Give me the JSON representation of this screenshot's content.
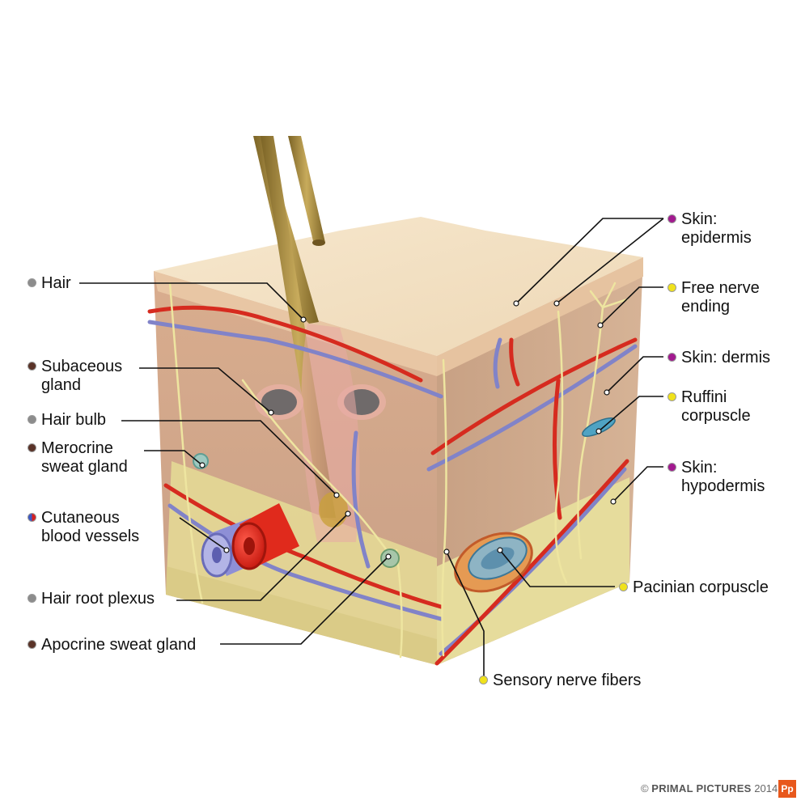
{
  "labels_left": [
    {
      "id": "hair",
      "lines": [
        "Hair"
      ],
      "dot": "#8c8c8c"
    },
    {
      "id": "subaceous",
      "lines": [
        "Subaceous",
        "gland"
      ],
      "dot": "#5a3328"
    },
    {
      "id": "hair_bulb",
      "lines": [
        "Hair bulb"
      ],
      "dot": "#8c8c8c"
    },
    {
      "id": "merocrine",
      "lines": [
        "Merocrine",
        "sweat gland"
      ],
      "dot": "#5a3328"
    },
    {
      "id": "cutaneous",
      "lines": [
        "Cutaneous",
        "blood vessels"
      ],
      "dot": "#d52121",
      "dot2": "#3b58c4"
    },
    {
      "id": "hair_root",
      "lines": [
        "Hair root plexus"
      ],
      "dot": "#8c8c8c"
    },
    {
      "id": "apocrine",
      "lines": [
        "Apocrine sweat gland"
      ],
      "dot": "#5a3328"
    }
  ],
  "labels_right": [
    {
      "id": "epidermis",
      "lines": [
        "Skin:",
        "epidermis"
      ],
      "dot": "#a2198f"
    },
    {
      "id": "free_nerve",
      "lines": [
        "Free nerve",
        "ending"
      ],
      "dot": "#f0e21b"
    },
    {
      "id": "dermis",
      "lines": [
        "Skin: dermis"
      ],
      "dot": "#a2198f"
    },
    {
      "id": "ruffini",
      "lines": [
        "Ruffini",
        "corpuscle"
      ],
      "dot": "#f0e21b"
    },
    {
      "id": "hypodermis",
      "lines": [
        "Skin:",
        "hypodermis"
      ],
      "dot": "#a2198f"
    },
    {
      "id": "pacinian",
      "lines": [
        "Pacinian corpuscle"
      ],
      "dot": "#f0e21b"
    },
    {
      "id": "sensory",
      "lines": [
        "Sensory nerve fibers"
      ],
      "dot": "#f0e21b"
    }
  ],
  "credit": {
    "symbol": "©",
    "brand": "PRIMAL PICTURES",
    "year": "2014",
    "logo": "Pp"
  },
  "colors": {
    "artery": "#d62b1f",
    "vein": "#8183c8",
    "nerve": "#eee5a0",
    "epidermis": "#f3dfc0",
    "dermis": "#caa587",
    "hypodermis": "#e5dc9a",
    "hair": "#a88b40"
  }
}
